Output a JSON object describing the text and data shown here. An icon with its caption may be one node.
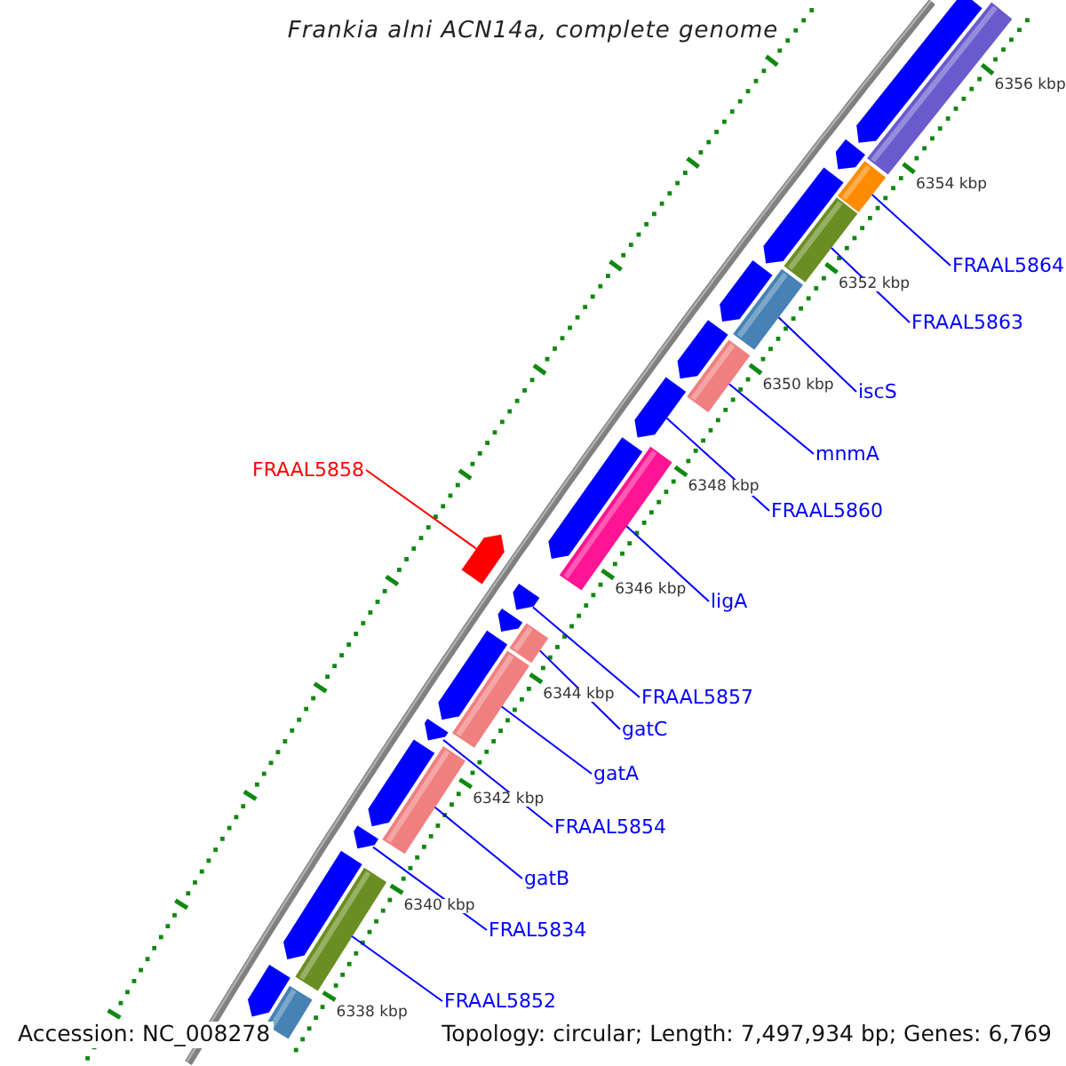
{
  "diagram": {
    "title": "Frankia alni ACN14a, complete genome",
    "nodes": [
      {
        "text": [
          "FRAAL5864"
        ]
      },
      {
        "text": [
          "FRAAL5863"
        ]
      },
      {
        "text": [
          "iscS"
        ]
      },
      {
        "text": [
          "mnmA"
        ]
      },
      {
        "text": [
          "FRAAL5858"
        ]
      },
      {
        "text": [
          "FRAAL5860"
        ]
      },
      {
        "text": [
          "ligA"
        ]
      },
      {
        "text": [
          "FRAAL5857"
        ]
      },
      {
        "text": [
          "gatC"
        ]
      },
      {
        "text": [
          "gatA"
        ]
      },
      {
        "text": [
          "FRAAL5854"
        ]
      },
      {
        "text": [
          "gatB"
        ]
      },
      {
        "text": [
          "FRAL5834"
        ]
      },
      {
        "text": [
          "FRAAL5852"
        ]
      },
      {
        "text": [],
        "shape": "arrow"
      },
      {
        "text": [],
        "shape": "arrow"
      },
      {
        "text": [],
        "shape": "arrow"
      },
      {
        "text": [],
        "shape": "arrow"
      },
      {
        "text": [],
        "shape": "arrow"
      },
      {
        "text": [],
        "shape": "arrow"
      },
      {
        "text": [],
        "shape": "arrow"
      },
      {
        "text": [],
        "shape": "arrow"
      },
      {
        "text": [],
        "shape": "arrow"
      },
      {
        "text": [],
        "shape": "arrow"
      },
      {
        "text": [],
        "shape": "arrow"
      },
      {
        "text": [],
        "shape": "arrow"
      },
      {
        "text": [],
        "shape": "arrow"
      },
      {
        "text": [],
        "shape": "arrow"
      },
      {
        "text": [],
        "shape": "arrow"
      },
      {
        "text": [],
        "shape": "bar"
      },
      {
        "text": [],
        "shape": "bar"
      },
      {
        "text": [],
        "shape": "bar"
      },
      {
        "text": [],
        "shape": "bar"
      },
      {
        "text": [],
        "shape": "bar"
      },
      {
        "text": [],
        "shape": "bar"
      },
      {
        "text": [],
        "shape": "bar"
      },
      {
        "text": [],
        "shape": "bar"
      },
      {
        "text": [],
        "shape": "bar"
      },
      {
        "text": [],
        "shape": "bar"
      },
      {
        "text": [],
        "shape": "bar"
      },
      {
        "text": [],
        "shape": "arrow"
      }
    ],
    "edges": [
      {
        "from": 0,
        "to": 30,
        "arrow": "none"
      },
      {
        "from": 1,
        "to": 31,
        "arrow": "none"
      },
      {
        "from": 2,
        "to": 32,
        "arrow": "none"
      },
      {
        "from": 3,
        "to": 33,
        "arrow": "none"
      },
      {
        "from": 4,
        "to": 40,
        "arrow": "none",
        "color": "#ff0000"
      },
      {
        "from": 5,
        "to": 19,
        "arrow": "none"
      },
      {
        "from": 6,
        "to": 34,
        "arrow": "none"
      },
      {
        "from": 7,
        "to": 21,
        "arrow": "none"
      },
      {
        "from": 8,
        "to": 35,
        "arrow": "none"
      },
      {
        "from": 9,
        "to": 36,
        "arrow": "none"
      },
      {
        "from": 10,
        "to": 24,
        "arrow": "none"
      },
      {
        "from": 11,
        "to": 37,
        "arrow": "none"
      },
      {
        "from": 12,
        "to": 26,
        "arrow": "none"
      },
      {
        "from": 13,
        "to": 38,
        "arrow": "none"
      }
    ],
    "labels": [
      "6356 kbp",
      "6354 kbp",
      "6352 kbp",
      "6350 kbp",
      "6348 kbp",
      "6346 kbp",
      "6344 kbp",
      "6342 kbp",
      "6340 kbp",
      "6338 kbp",
      "Accession: NC_008278",
      "Topology: circular; Length: 7,497,934 bp; Genes: 6,769"
    ]
  }
}
